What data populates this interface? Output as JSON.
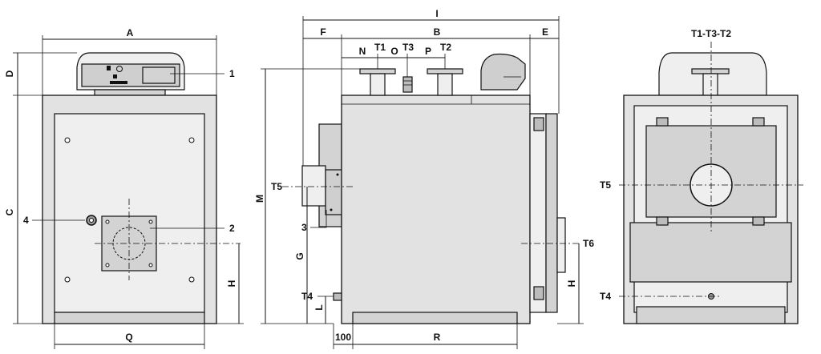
{
  "labels": {
    "front": {
      "A": "A",
      "D": "D",
      "C": "C",
      "Q": "Q",
      "H": "H",
      "n1": "1",
      "n2": "2",
      "n4": "4"
    },
    "side": {
      "I": "I",
      "F": "F",
      "B": "B",
      "E": "E",
      "N": "N",
      "T1": "T1",
      "O": "O",
      "T3": "T3",
      "P": "P",
      "T2": "T2",
      "M": "M",
      "T5": "T5",
      "n3": "3",
      "G": "G",
      "T4": "T4",
      "L": "L",
      "d100": "100",
      "R": "R",
      "T6": "T6",
      "H": "H"
    },
    "rear": {
      "T1T3T2": "T1-T3-T2",
      "T5": "T5",
      "T4": "T4"
    }
  },
  "colors": {
    "body": "#e2e2e2",
    "panel": "#cfcfcf",
    "line": "#111111"
  }
}
